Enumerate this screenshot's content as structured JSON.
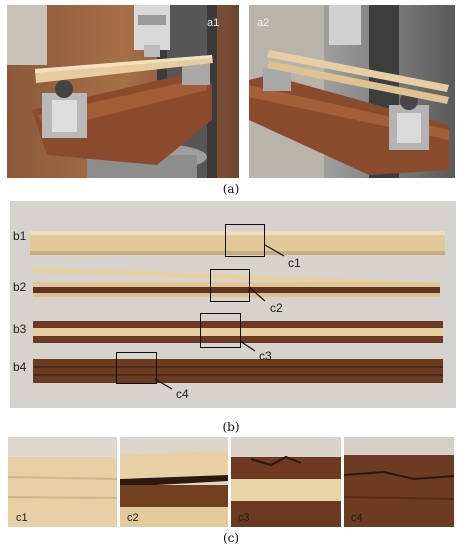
{
  "panel_a": {
    "caption": "(a)",
    "photos": [
      {
        "label": "a1"
      },
      {
        "label": "a2"
      }
    ]
  },
  "panel_b": {
    "caption": "(b)",
    "strips": [
      {
        "label": "b1"
      },
      {
        "label": "b2"
      },
      {
        "label": "b3"
      },
      {
        "label": "b4"
      }
    ],
    "callouts": [
      "c1",
      "c2",
      "c3",
      "c4"
    ]
  },
  "panel_c": {
    "caption": "(c)",
    "tiles": [
      {
        "label": "c1"
      },
      {
        "label": "c2"
      },
      {
        "label": "c3"
      },
      {
        "label": "c4"
      }
    ]
  },
  "colors": {
    "light_wood": "#e3c99a",
    "dark_wood": "#6b3a22",
    "background_gray": "#d6d3cf"
  }
}
